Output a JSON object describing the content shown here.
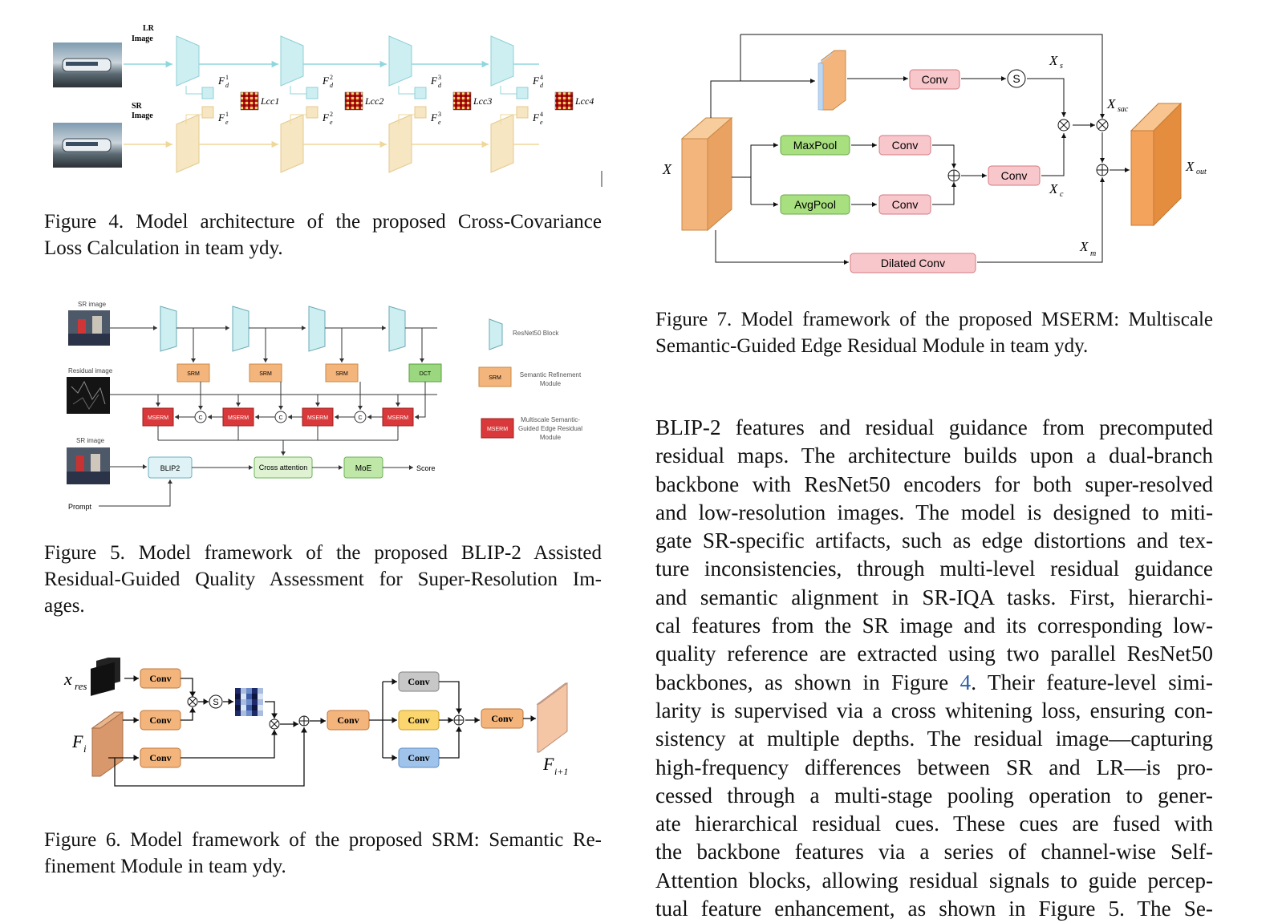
{
  "fig4": {
    "caption_lines": [
      "Figure 4. Model architecture of the proposed Cross-Covariance",
      "Loss Calculation in team ydy."
    ],
    "lr_label": "LR",
    "lr_label2": "Image",
    "sr_label": "SR",
    "sr_label2": "Image",
    "feat_d": [
      "F",
      "F",
      "F",
      "F"
    ],
    "sup_d": [
      "1",
      "2",
      "3",
      "4"
    ],
    "sub_d": "d",
    "sub_e": "e",
    "loss_labels": [
      "Lcc1",
      "Lcc2",
      "Lcc3",
      "Lcc4"
    ]
  },
  "fig5": {
    "caption_lines": [
      "Figure 5. Model framework of the proposed BLIP-2 Assisted",
      "Residual-Guided Quality Assessment for Super-Resolution Im-",
      "ages."
    ],
    "sr_image": "SR image",
    "residual_image": "Residual image",
    "sr_image2": "SR image",
    "srm": "SRM",
    "dct": "DCT",
    "mserm": "MSERM",
    "concat": "C",
    "blip2": "BLIP2",
    "cross_attention": "Cross attention",
    "moe": "MoE",
    "score": "Score",
    "prompt": "Prompt",
    "legend_block": "ResNet50 Block",
    "legend_srm_1": "Semantic Refinement",
    "legend_srm_2": "Module",
    "legend_mserm_1": "Multiscale Semantic-",
    "legend_mserm_2": "Guided Edge Residual",
    "legend_mserm_3": "Module"
  },
  "fig6": {
    "caption_lines": [
      "Figure 6. Model framework of the proposed SRM: Semantic Re-",
      "finement Module in team ydy."
    ],
    "conv": "Conv",
    "x_res": "x",
    "x_res_sub": "res",
    "f_i": "F",
    "f_i_sub": "i",
    "f_next": "F",
    "f_next_sub": "i+1",
    "s": "S"
  },
  "fig7": {
    "caption_lines": [
      "Figure 7. Model framework of the proposed MSERM: Multiscale",
      "Semantic-Guided Edge Residual Module in team ydy."
    ],
    "conv": "Conv",
    "maxpool": "MaxPool",
    "avgpool": "AvgPool",
    "dilated_conv": "Dilated Conv",
    "s": "S",
    "x": "X",
    "sub_s": "s",
    "sub_sac": "sac",
    "sub_c": "c",
    "sub_out": "out",
    "sub_m": "m"
  },
  "body": {
    "lines": [
      "BLIP-2 features and residual guidance from precomputed",
      "residual maps. The architecture builds upon a dual-branch",
      "backbone with ResNet50 encoders for both super-resolved",
      "and low-resolution images. The model is designed to miti-",
      "gate SR-specific artifacts, such as edge distortions and tex-",
      "ture inconsistencies, through multi-level residual guidance",
      "and semantic alignment in SR-IQA tasks. First, hierarchi-",
      "cal features from the SR image and its corresponding low-",
      "quality reference are extracted using two parallel ResNet50"
    ],
    "line_ref_pre": "backbones, as shown in Figure ",
    "line_ref_num": "4",
    "line_ref_post": ". Their feature-level simi-",
    "lines2": [
      "larity is supervised via a cross whitening loss, ensuring con-",
      "sistency at multiple depths. The residual image—capturing",
      "high-frequency differences between SR and LR—is pro-",
      "cessed through a multi-stage pooling operation to gener-",
      "ate hierarchical residual cues. These cues are fused with",
      "the backbone features via a series of channel-wise Self-",
      "Attention blocks, allowing residual signals to guide percep-"
    ],
    "last_partial": "tual feature enhancement, as shown in Figure 5. The Se-"
  },
  "colors": {
    "cyan": "#cdeff2",
    "cyan_stroke": "#8fcfd6",
    "cream": "#f7e6c2",
    "cream_stroke": "#e3c98f",
    "orange": "#f3b57c",
    "red": "#d9393a",
    "green": "#9bd77f",
    "pink": "#f8c7cb",
    "link": "#2f5fa8"
  }
}
